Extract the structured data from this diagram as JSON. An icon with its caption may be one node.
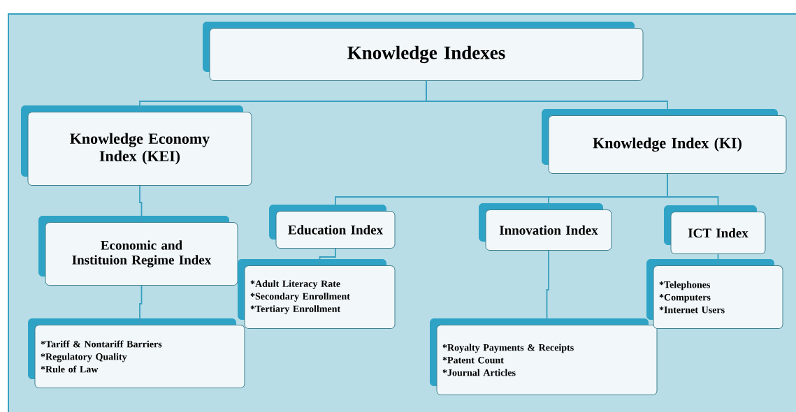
{
  "diagram": {
    "nodes": [
      {
        "text": [
          "Knowledge Indexes"
        ]
      },
      {
        "text": [
          "Knowledge Economy Index (KEI)"
        ]
      },
      {
        "text": [
          "Knowledge Index (KI)"
        ]
      },
      {
        "text": [
          "Economic and Instituion Regime Index"
        ]
      },
      {
        "text": [
          "Education Index"
        ]
      },
      {
        "text": [
          "Innovation Index"
        ]
      },
      {
        "text": [
          "ICT Index"
        ]
      },
      {
        "text": [
          "*Tariff & Nontariff Barriers",
          "*Regulatory Quality",
          "*Rule of Law"
        ]
      },
      {
        "text": [
          "*Adult Literacy Rate",
          "*Secondary Enrollment",
          "*Tertiary Enrollment"
        ]
      },
      {
        "text": [
          "*Royalty Payments & Receipts",
          "*Patent Count",
          "*Journal Articles"
        ]
      },
      {
        "text": [
          "*Telephones",
          "*Computers",
          "*Internet Users"
        ]
      }
    ],
    "edges": [
      {
        "from": 0,
        "to": 1,
        "arrow": "none"
      },
      {
        "from": 0,
        "to": 2,
        "arrow": "none"
      },
      {
        "from": 1,
        "to": 3,
        "arrow": "none"
      },
      {
        "from": 3,
        "to": 7,
        "arrow": "none"
      },
      {
        "from": 2,
        "to": 4,
        "arrow": "none"
      },
      {
        "from": 2,
        "to": 5,
        "arrow": "none"
      },
      {
        "from": 2,
        "to": 6,
        "arrow": "none"
      },
      {
        "from": 4,
        "to": 8,
        "arrow": "none"
      },
      {
        "from": 5,
        "to": 9,
        "arrow": "none"
      },
      {
        "from": 6,
        "to": 10,
        "arrow": "none"
      }
    ]
  }
}
